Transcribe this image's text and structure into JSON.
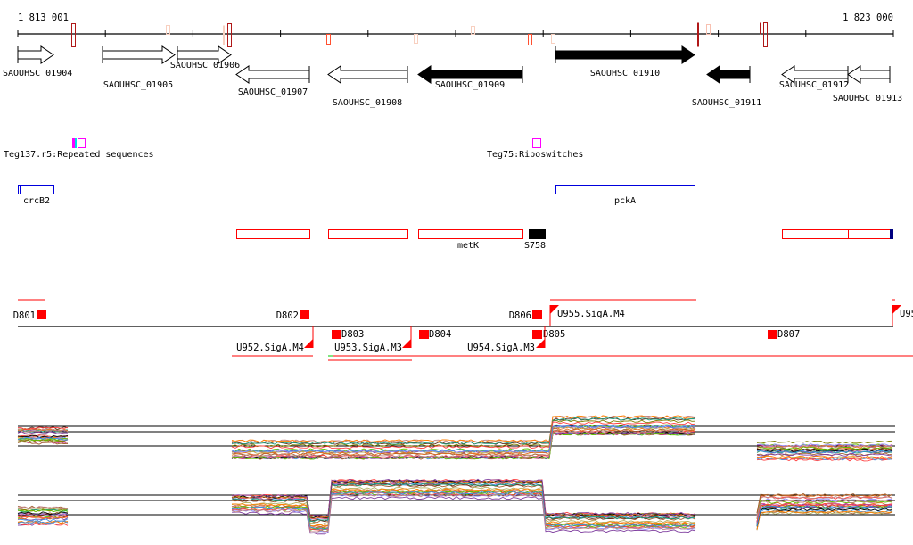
{
  "ruler": {
    "start_label": "1 813 001",
    "end_label": "1 823 000"
  },
  "genes": [
    {
      "id": "SAOUHSC_01904",
      "strand": "+",
      "fill": "white"
    },
    {
      "id": "SAOUHSC_01905",
      "strand": "+",
      "fill": "white"
    },
    {
      "id": "SAOUHSC_01906",
      "strand": "+",
      "fill": "white"
    },
    {
      "id": "SAOUHSC_01907",
      "strand": "-",
      "fill": "white"
    },
    {
      "id": "SAOUHSC_01908",
      "strand": "-",
      "fill": "white"
    },
    {
      "id": "SAOUHSC_01909",
      "strand": "-",
      "fill": "black"
    },
    {
      "id": "SAOUHSC_01910",
      "strand": "+",
      "fill": "black"
    },
    {
      "id": "SAOUHSC_01911",
      "strand": "-",
      "fill": "black"
    },
    {
      "id": "SAOUHSC_01912",
      "strand": "-",
      "fill": "white"
    },
    {
      "id": "SAOUHSC_01913",
      "strand": "-",
      "fill": "white"
    }
  ],
  "srna": [
    {
      "label": "Teg137.r5:Repeated sequences"
    },
    {
      "label": "Teg75:Riboswitches"
    }
  ],
  "named_genes": [
    {
      "label": "crcB2"
    },
    {
      "label": "pckA"
    }
  ],
  "operons": [
    {
      "label": "metK"
    },
    {
      "label": "S758"
    }
  ],
  "promoters": {
    "down": [
      "D801",
      "D802",
      "D803",
      "D804",
      "D806",
      "D805",
      "D807"
    ],
    "up": [
      "U952.SigA.M4",
      "U953.SigA.M3",
      "U954.SigA.M3",
      "U955.SigA.M4",
      "U95"
    ]
  },
  "colors": {
    "dark_red": "#b01818",
    "red": "#ff0000",
    "blue": "#0000dd",
    "magenta": "#ff00ff",
    "navy": "#000080"
  }
}
